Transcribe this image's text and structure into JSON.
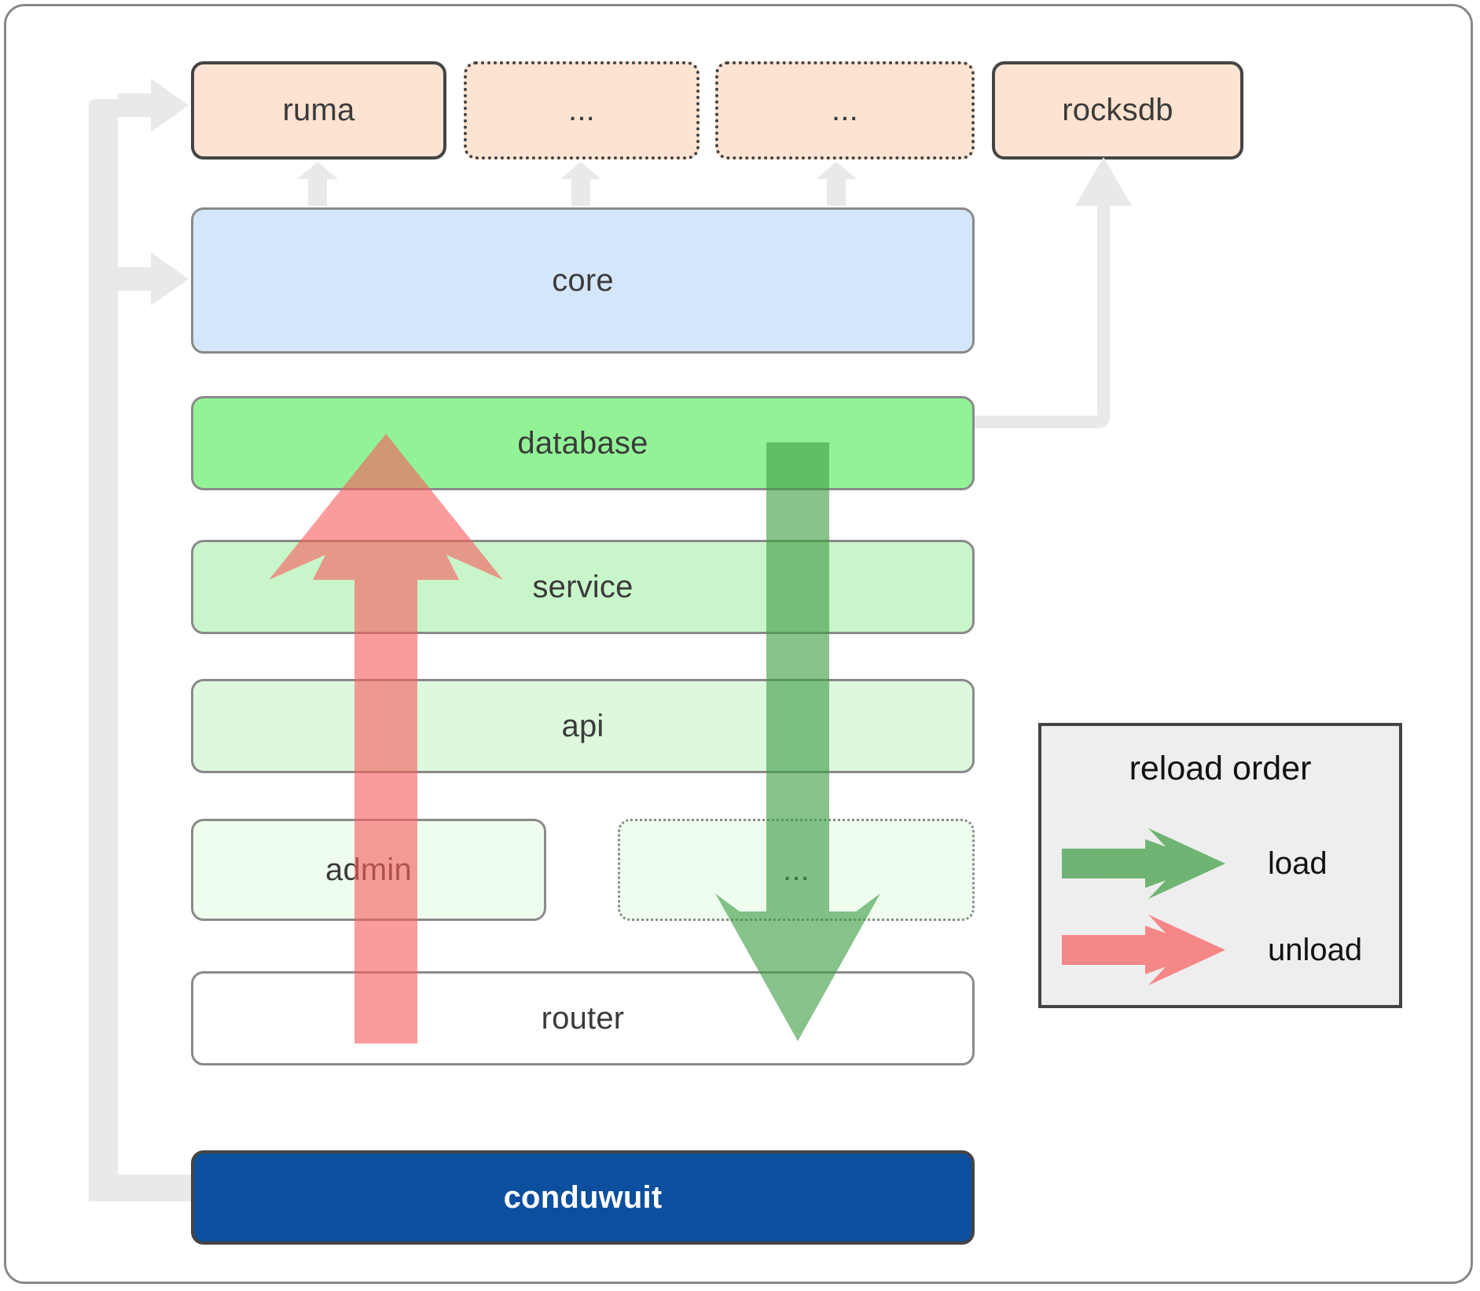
{
  "diagram": {
    "title": "conduwuit crate architecture / reload order",
    "colors": {
      "peach": "#fde3d1",
      "blue": "#d4e6fa",
      "green_strong": "#92f396",
      "green_mid": "#c9f5ca",
      "green_light": "#ddf8dd",
      "green_faint": "#effdef",
      "navy": "#0b4f9e",
      "connector_gray": "#e8e8e8",
      "border_dark": "#444444",
      "border_gray": "#8a8a8a",
      "load_green": "#4caf50",
      "unload_red": "#fa8585"
    }
  },
  "dependencies_row": {
    "items": [
      {
        "id": "ruma",
        "label": "ruma",
        "style": "solid"
      },
      {
        "id": "dots-1",
        "label": "...",
        "style": "dotted"
      },
      {
        "id": "dots-2",
        "label": "...",
        "style": "dotted"
      },
      {
        "id": "rocksdb",
        "label": "rocksdb",
        "style": "solid"
      }
    ]
  },
  "stack": {
    "core": {
      "label": "core"
    },
    "database": {
      "label": "database"
    },
    "service": {
      "label": "service"
    },
    "api": {
      "label": "api"
    },
    "admin": {
      "label": "admin"
    },
    "admin_sibling": {
      "label": "..."
    },
    "router": {
      "label": "router"
    },
    "binary": {
      "label": "conduwuit"
    }
  },
  "legend": {
    "title": "reload order",
    "rows": [
      {
        "id": "load",
        "label": "load",
        "color": "#4caf50"
      },
      {
        "id": "unload",
        "label": "unload",
        "color": "#fa8585"
      }
    ]
  },
  "flows": {
    "unload": {
      "direction": "up",
      "color": "#fa8585",
      "from": "router",
      "to": "database"
    },
    "load": {
      "direction": "down",
      "color": "#4caf50",
      "from": "database",
      "to": "router"
    }
  }
}
